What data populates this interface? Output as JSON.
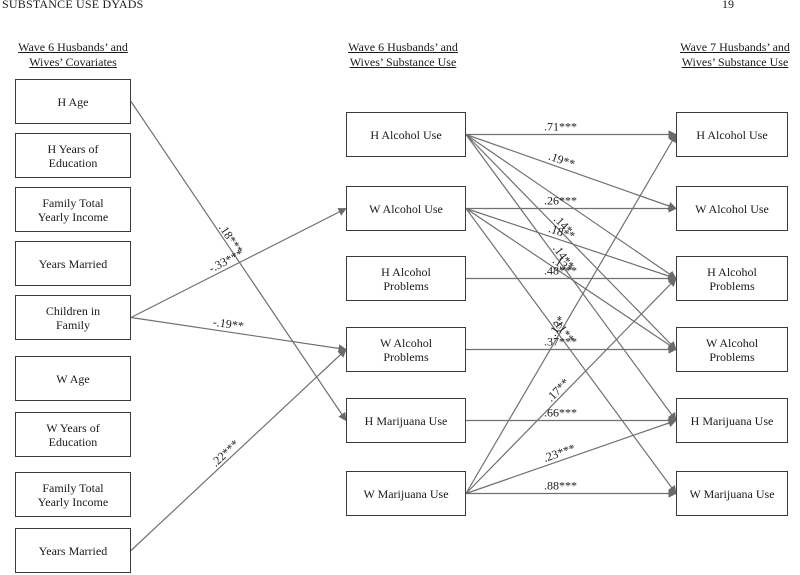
{
  "header": {
    "running_head": "SUBSTANCE USE DYADS",
    "page_number": "19"
  },
  "columns": {
    "covariates": "Wave 6 Husbands’ and\nWives’ Covariates",
    "wave6": "Wave 6 Husbands’ and\nWives’ Substance Use",
    "wave7": "Wave 7 Husbands’ and\nWives’ Substance Use"
  },
  "covariates": [
    "H Age",
    "H Years of\nEducation",
    "Family Total\nYearly Income",
    "Years Married",
    "Children in\nFamily",
    "W Age",
    "W Years of\nEducation",
    "Family Total\nYearly Income",
    "Years Married"
  ],
  "wave6": [
    "H Alcohol Use",
    "W Alcohol Use",
    "H Alcohol\nProblems",
    "W Alcohol\nProblems",
    "H Marijuana Use",
    "W Marijuana Use"
  ],
  "wave7": [
    "H Alcohol Use",
    "W Alcohol Use",
    "H Alcohol\nProblems",
    "W Alcohol\nProblems",
    "H Marijuana Use",
    "W Marijuana Use"
  ],
  "paths": [
    {
      "from": "cov.0",
      "to": "w6.4",
      "label": ".18***"
    },
    {
      "from": "cov.4",
      "to": "w6.1",
      "label": "-.33***"
    },
    {
      "from": "cov.4",
      "to": "w6.3",
      "label": "-.19**"
    },
    {
      "from": "cov.8",
      "to": "w6.3",
      "label": ".22***"
    },
    {
      "from": "w6.0",
      "to": "w7.0",
      "label": ".71***"
    },
    {
      "from": "w6.0",
      "to": "w7.1",
      "label": ".19**"
    },
    {
      "from": "w6.0",
      "to": "w7.2",
      "label": ""
    },
    {
      "from": "w6.0",
      "to": "w7.3",
      "label": ".14*"
    },
    {
      "from": "w6.0",
      "to": "w7.4",
      "label": ".14**"
    },
    {
      "from": "w6.1",
      "to": "w7.1",
      "label": ".26***"
    },
    {
      "from": "w6.1",
      "to": "w7.2",
      "label": ".18**"
    },
    {
      "from": "w6.1",
      "to": "w7.3",
      "label": ".13*"
    },
    {
      "from": "w6.1",
      "to": "w7.5",
      "label": ".11**"
    },
    {
      "from": "w6.2",
      "to": "w7.2",
      "label": ".48***"
    },
    {
      "from": "w6.3",
      "to": "w7.3",
      "label": ".37***"
    },
    {
      "from": "w6.4",
      "to": "w7.4",
      "label": ".66***"
    },
    {
      "from": "w6.5",
      "to": "w7.0",
      "label": ".13*"
    },
    {
      "from": "w6.5",
      "to": "w7.2",
      "label": ".17**"
    },
    {
      "from": "w6.5",
      "to": "w7.4",
      "label": ".23***"
    },
    {
      "from": "w6.5",
      "to": "w7.5",
      "label": ".88***"
    }
  ]
}
